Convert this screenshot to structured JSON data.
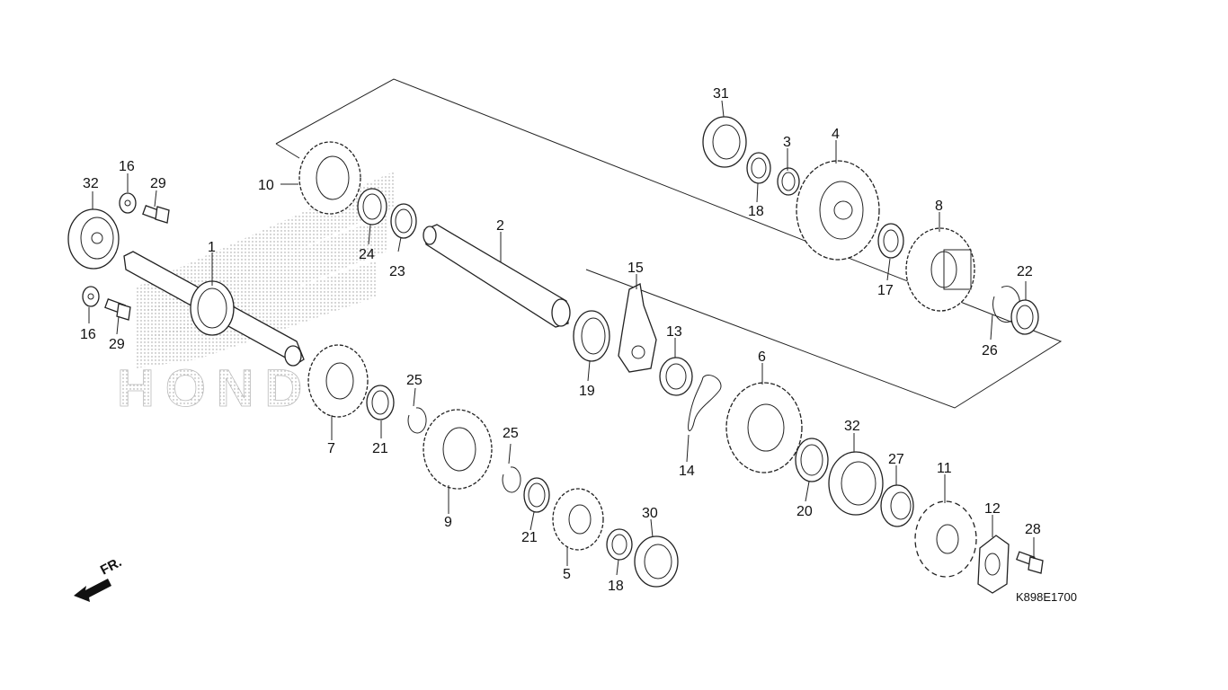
{
  "diagram": {
    "code": "K898E1700",
    "direction_label": "FR.",
    "watermark": "HONDA",
    "callouts": {
      "c1": "1",
      "c2": "2",
      "c3": "3",
      "c4": "4",
      "c5": "5",
      "c6": "6",
      "c7": "7",
      "c8": "8",
      "c9": "9",
      "c10": "10",
      "c11": "11",
      "c12": "12",
      "c13": "13",
      "c14": "14",
      "c15": "15",
      "c16a": "16",
      "c16b": "16",
      "c17": "17",
      "c18a": "18",
      "c18b": "18",
      "c19": "19",
      "c20": "20",
      "c21a": "21",
      "c21b": "21",
      "c22": "22",
      "c23": "23",
      "c24": "24",
      "c25a": "25",
      "c25b": "25",
      "c26": "26",
      "c27": "27",
      "c28": "28",
      "c29a": "29",
      "c29b": "29",
      "c30": "30",
      "c31": "31",
      "c32a": "32",
      "c32b": "32"
    }
  }
}
